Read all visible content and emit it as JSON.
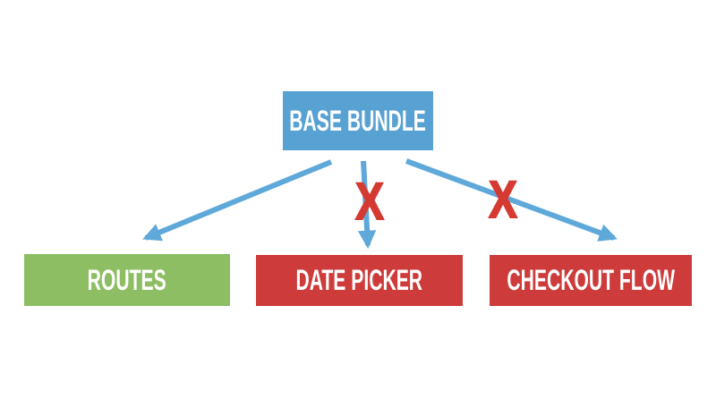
{
  "diagram": {
    "description": "Bundle splitting diagram: BASE BUNDLE links to ROUTES but not to DATE PICKER or CHECKOUT FLOW",
    "nodes": [
      {
        "id": "base-bundle",
        "label": "BASE BUNDLE",
        "color": "#57a1d3",
        "role": "source"
      },
      {
        "id": "routes",
        "label": "ROUTES",
        "color": "#8dbe63",
        "role": "included"
      },
      {
        "id": "date-picker",
        "label": "DATE PICKER",
        "color": "#cd3b3b",
        "role": "excluded"
      },
      {
        "id": "checkout-flow",
        "label": "CHECKOUT FLOW",
        "color": "#cd3b3b",
        "role": "excluded"
      }
    ],
    "edges": [
      {
        "from": "base-bundle",
        "to": "routes",
        "blocked": false,
        "blocked_mark": ""
      },
      {
        "from": "base-bundle",
        "to": "date-picker",
        "blocked": true,
        "blocked_mark": "X"
      },
      {
        "from": "base-bundle",
        "to": "checkout-flow",
        "blocked": true,
        "blocked_mark": "X"
      }
    ],
    "colors": {
      "arrow": "#5fa8da",
      "blocked_x": "#d43a31",
      "background": "#ffffff"
    }
  }
}
